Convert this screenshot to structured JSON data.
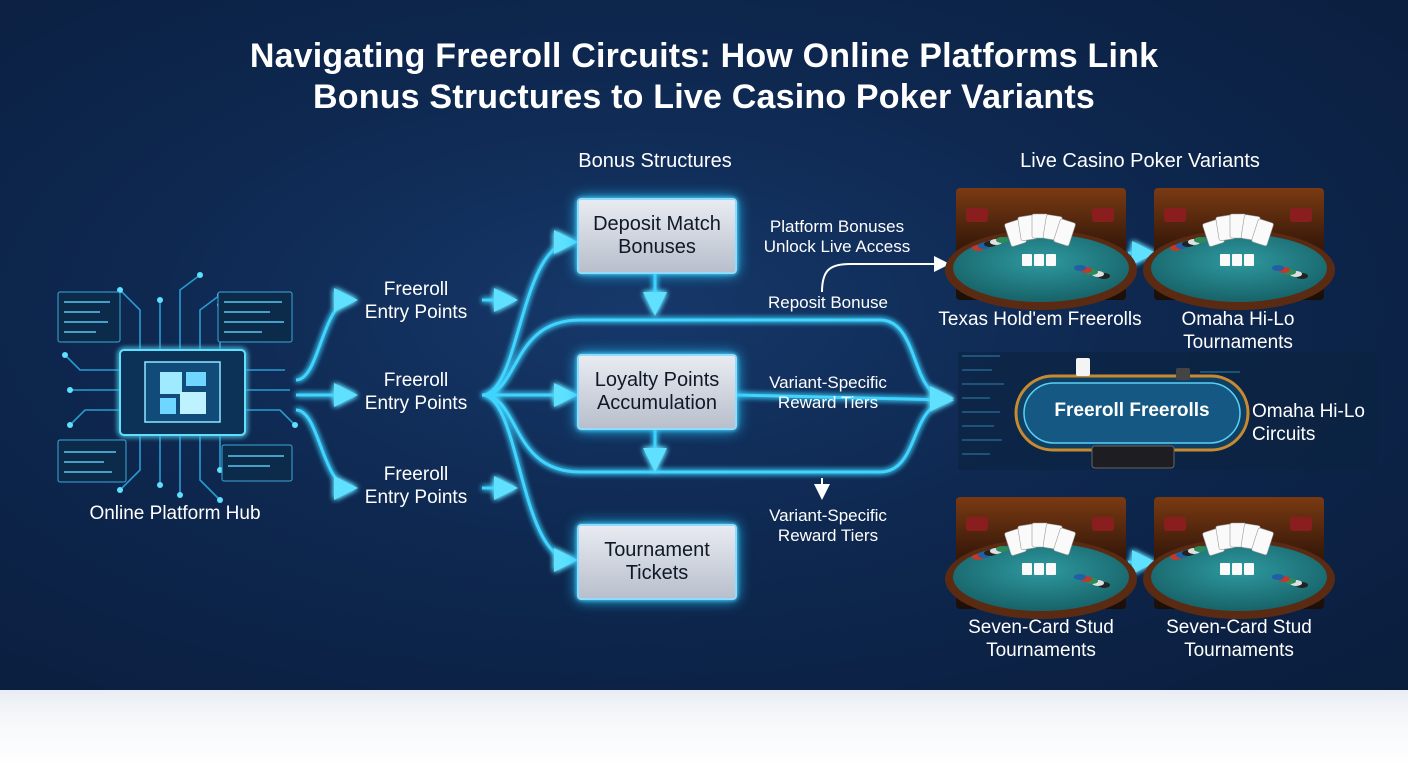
{
  "title_line1": "Navigating Freeroll Circuits: How Online Platforms Link",
  "title_line2": "Bonus Structures to Live Casino Poker Variants",
  "headers": {
    "bonus": "Bonus Structures",
    "live": "Live Casino Poker Variants"
  },
  "hub_label": "Online Platform Hub",
  "entry_points": [
    [
      "Freeroll",
      "Entry Points"
    ],
    [
      "Freeroll",
      "Entry Points"
    ],
    [
      "Freeroll",
      "Entry Points"
    ]
  ],
  "boxes": [
    [
      "Deposit Match",
      "Bonuses"
    ],
    [
      "Loyalty Points",
      "Accumulation"
    ],
    [
      "Tournament",
      "Tickets"
    ]
  ],
  "annotations": {
    "platform_bonuses": [
      "Platform Bonuses",
      "Unlock Live Access"
    ],
    "reposit": "Reposit Bonuse",
    "variant_tiers_1": [
      "Variant-Specific",
      "Reward Tiers"
    ],
    "variant_tiers_2": [
      "Variant-Specific",
      "Reward Tiers"
    ]
  },
  "variants": {
    "texas": "Texas Hold'em Freerolls",
    "omaha_tourn": [
      "Omaha Hi-Lo",
      "Tournaments"
    ],
    "table_center": "Freeroll Freerolls",
    "omaha_circuits": [
      "Omaha Hi-Lo",
      "Circuits"
    ],
    "stud_1": [
      "Seven-Card Stud",
      "Tournaments"
    ],
    "stud_2": [
      "Seven-Card Stud",
      "Tournaments"
    ]
  },
  "colors": {
    "background": "#0e2850",
    "glow": "#22c8ff",
    "box_fill": "#cfd4dd",
    "felt": "#1f7f86"
  }
}
